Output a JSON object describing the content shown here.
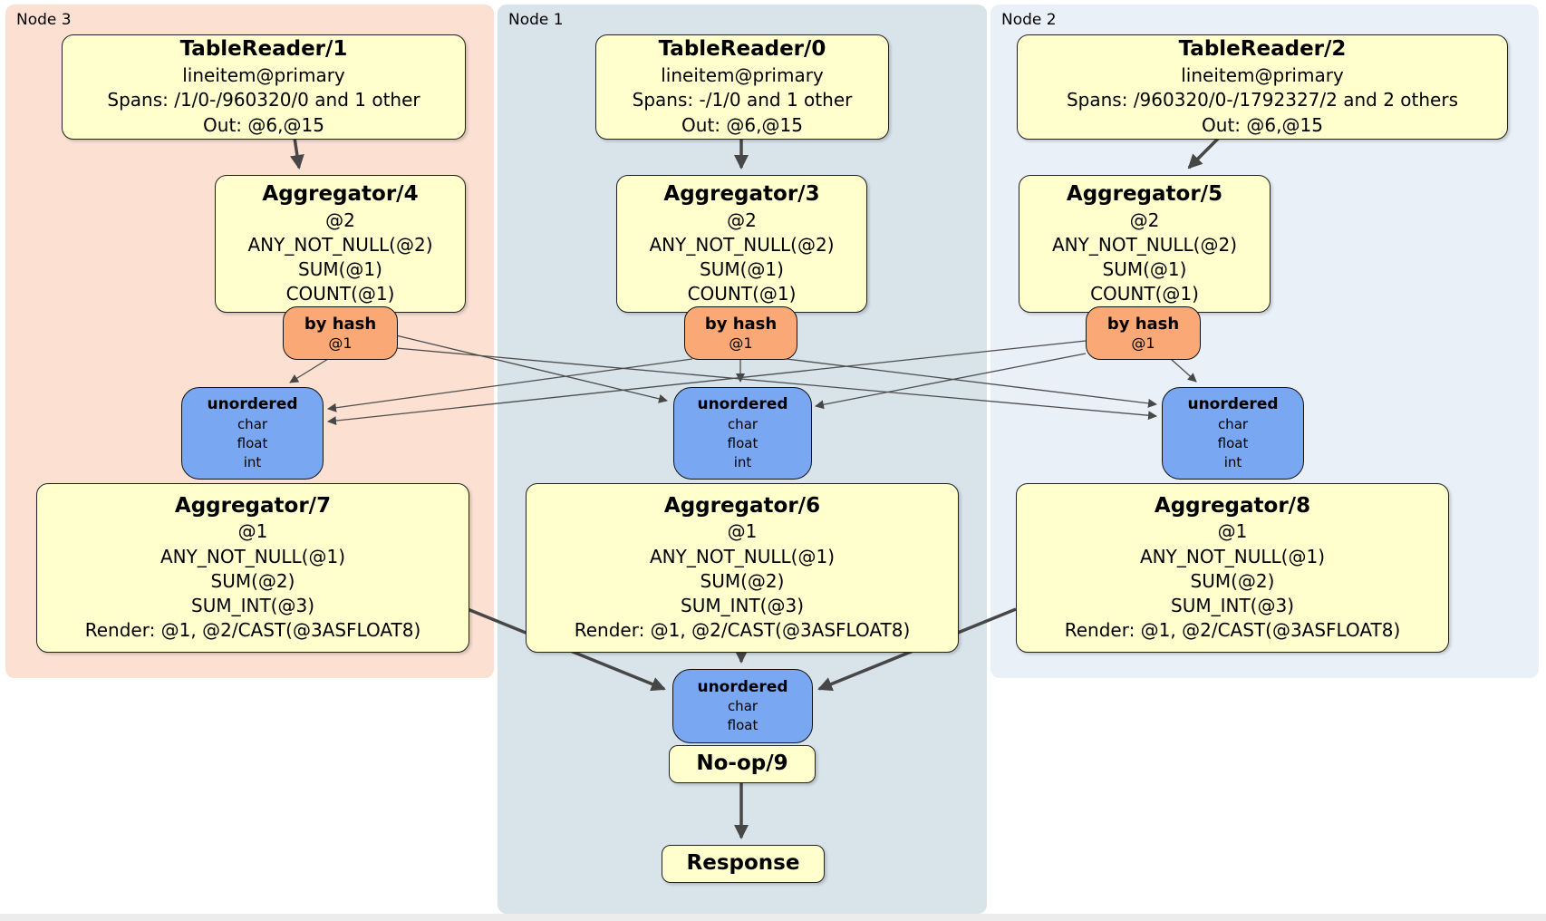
{
  "colors": {
    "node3_panel": "#fce1d2",
    "node1_panel": "#d8e3ea",
    "node2_panel": "#eaf0f8",
    "processor_box": "#ffffcd",
    "router_box": "#f9a876",
    "synchronizer_box": "#79a7f2",
    "edge": "#474747"
  },
  "node3": {
    "label": "Node 3",
    "table_reader": {
      "title": "TableReader/1",
      "lines": [
        "lineitem@primary",
        "Spans: /1/0-/960320/0 and 1 other",
        "Out: @6,@15"
      ]
    },
    "aggregator": {
      "title": "Aggregator/4",
      "lines": [
        "@2",
        "ANY_NOT_NULL(@2)",
        "SUM(@1)",
        "COUNT(@1)"
      ]
    },
    "router": {
      "title": "by hash",
      "stream": "@1"
    },
    "synchronizer": {
      "title": "unordered",
      "streams": [
        "char",
        "float",
        "int"
      ]
    },
    "aggregator2": {
      "title": "Aggregator/7",
      "lines": [
        "@1",
        "ANY_NOT_NULL(@1)",
        "SUM(@2)",
        "SUM_INT(@3)",
        "Render: @1, @2/CAST(@3ASFLOAT8)"
      ]
    }
  },
  "node1": {
    "label": "Node 1",
    "table_reader": {
      "title": "TableReader/0",
      "lines": [
        "lineitem@primary",
        "Spans: -/1/0 and 1 other",
        "Out: @6,@15"
      ]
    },
    "aggregator": {
      "title": "Aggregator/3",
      "lines": [
        "@2",
        "ANY_NOT_NULL(@2)",
        "SUM(@1)",
        "COUNT(@1)"
      ]
    },
    "router": {
      "title": "by hash",
      "stream": "@1"
    },
    "synchronizer": {
      "title": "unordered",
      "streams": [
        "char",
        "float",
        "int"
      ]
    },
    "aggregator2": {
      "title": "Aggregator/6",
      "lines": [
        "@1",
        "ANY_NOT_NULL(@1)",
        "SUM(@2)",
        "SUM_INT(@3)",
        "Render: @1, @2/CAST(@3ASFLOAT8)"
      ]
    },
    "final_synchronizer": {
      "title": "unordered",
      "streams": [
        "char",
        "float"
      ]
    },
    "noop": {
      "title": "No-op/9"
    },
    "response": {
      "title": "Response"
    }
  },
  "node2": {
    "label": "Node 2",
    "table_reader": {
      "title": "TableReader/2",
      "lines": [
        "lineitem@primary",
        "Spans: /960320/0-/1792327/2 and 2 others",
        "Out: @6,@15"
      ]
    },
    "aggregator": {
      "title": "Aggregator/5",
      "lines": [
        "@2",
        "ANY_NOT_NULL(@2)",
        "SUM(@1)",
        "COUNT(@1)"
      ]
    },
    "router": {
      "title": "by hash",
      "stream": "@1"
    },
    "synchronizer": {
      "title": "unordered",
      "streams": [
        "char",
        "float",
        "int"
      ]
    },
    "aggregator2": {
      "title": "Aggregator/8",
      "lines": [
        "@1",
        "ANY_NOT_NULL(@1)",
        "SUM(@2)",
        "SUM_INT(@3)",
        "Render: @1, @2/CAST(@3ASFLOAT8)"
      ]
    }
  }
}
